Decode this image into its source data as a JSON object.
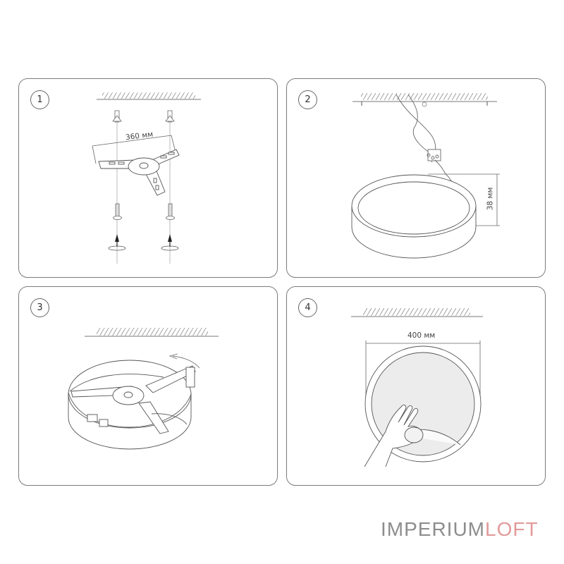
{
  "steps": [
    {
      "number": "1",
      "dimension_label": "360 мм",
      "description_icons": [
        "ceiling-icon",
        "wall-plug-icon",
        "mounting-bracket-icon",
        "screw-icon",
        "rotate-arrow-icon"
      ]
    },
    {
      "number": "2",
      "dimension_label": "38 мм",
      "description_icons": [
        "ceiling-icon",
        "wire-connector-icon",
        "lamp-body-icon"
      ]
    },
    {
      "number": "3",
      "dimension_label": "",
      "description_icons": [
        "ceiling-icon",
        "lamp-with-bracket-icon",
        "rotation-arrow-icon"
      ]
    },
    {
      "number": "4",
      "dimension_label": "400 мм",
      "description_icons": [
        "ceiling-icon",
        "round-lamp-icon",
        "hand-icon"
      ]
    }
  ],
  "brand": {
    "part1": "IMPERIUM",
    "part2": "LOFT",
    "color1": "#8d8d8d",
    "color2": "#e29a9a"
  },
  "colors": {
    "line": "#555555",
    "panel_border": "#7c7c7c",
    "diffuser_fill": "#ececec"
  }
}
